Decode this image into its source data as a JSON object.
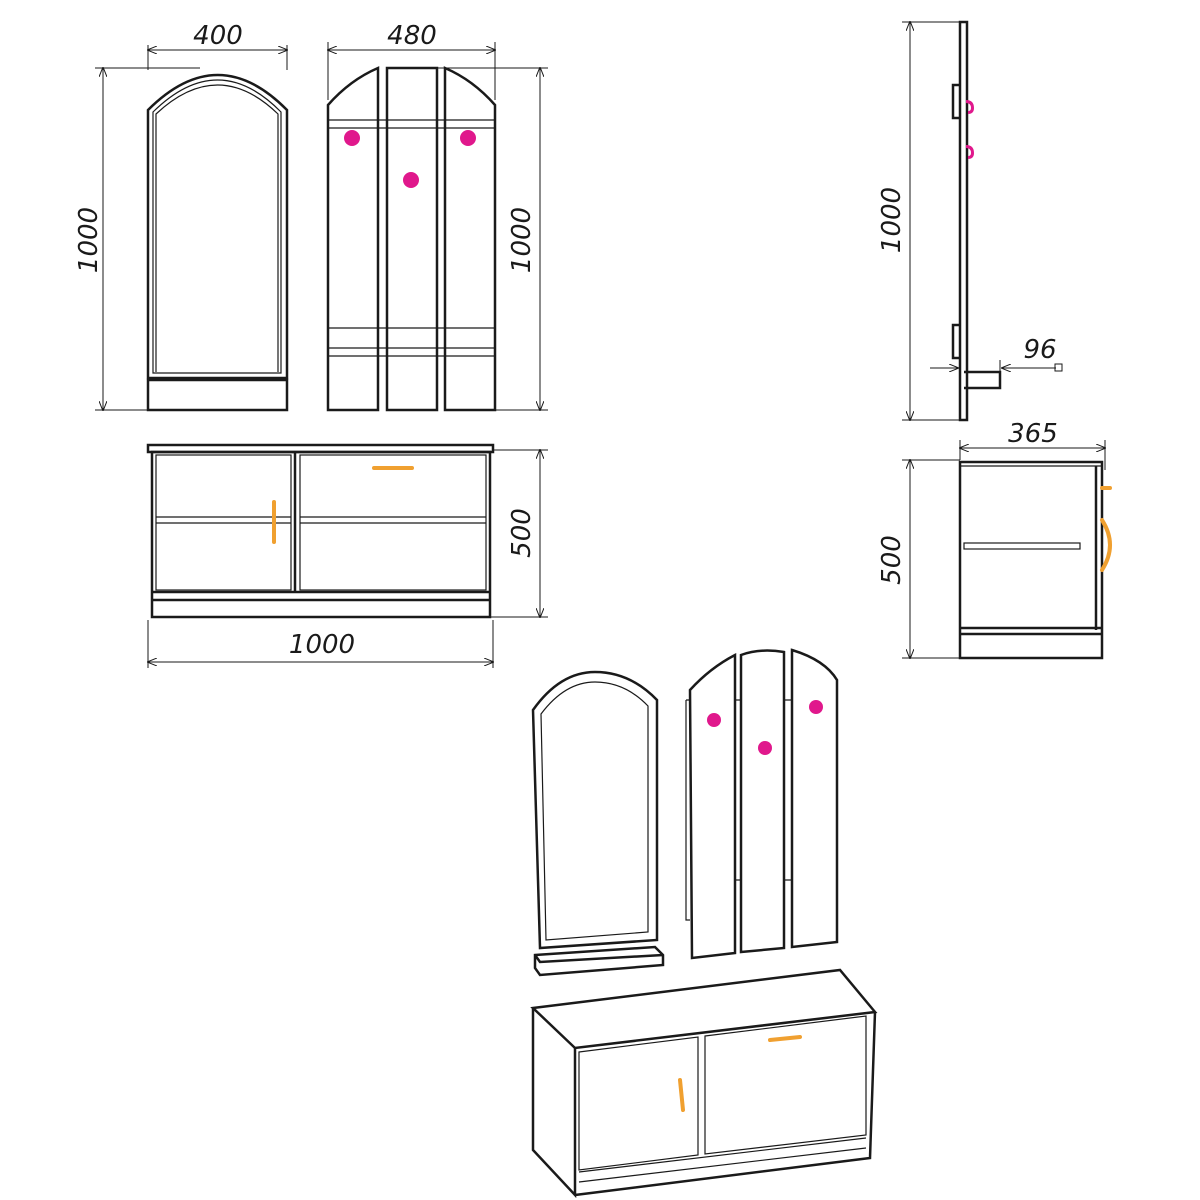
{
  "drawing": {
    "dimensions": {
      "mirror_width": "400",
      "mirror_height": "1000",
      "rack_width": "480",
      "rack_height": "1000",
      "bench_height": "500",
      "bench_width": "1000",
      "side_rack_height": "1000",
      "side_shelf_depth": "96",
      "side_bench_depth": "365",
      "side_bench_height": "500"
    },
    "colors": {
      "hook": "#e0188c",
      "handle": "#f0a030",
      "line": "#1a1a1a"
    }
  }
}
